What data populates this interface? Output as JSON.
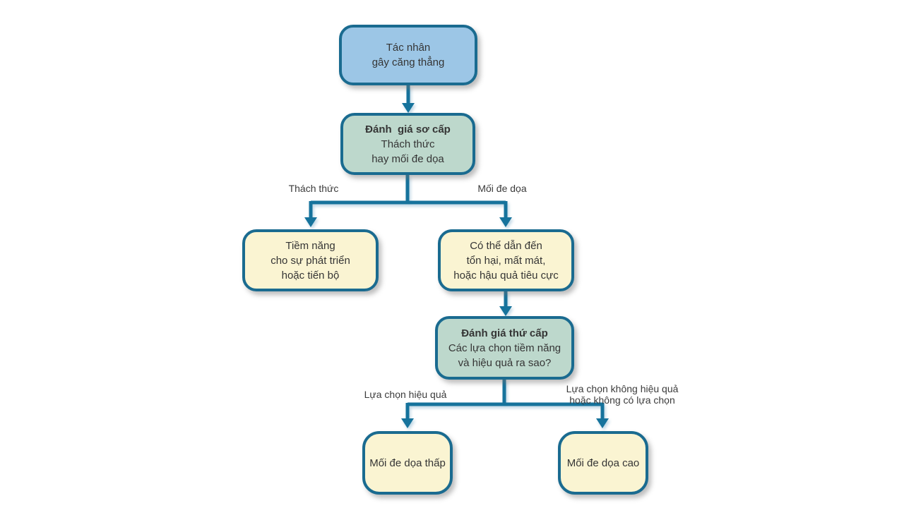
{
  "colors": {
    "border": "#1a6b90",
    "line": "#16739c",
    "blue_fill": "#9cc6e6",
    "green_fill": "#bdd8cc",
    "cream_fill": "#faf4d2",
    "text": "#353535"
  },
  "nodes": {
    "stressor": {
      "type": "blue",
      "lines": [
        "Tác nhân",
        "gây căng thẳng"
      ]
    },
    "primary_appraisal": {
      "type": "green",
      "title": "Đánh  giá sơ cấp",
      "lines": [
        "Thách thức",
        "hay mối đe dọa"
      ]
    },
    "growth_potential": {
      "type": "cream",
      "lines": [
        "Tiềm năng",
        "cho sự phát triển",
        "hoặc tiến bộ"
      ]
    },
    "harm_outcome": {
      "type": "cream",
      "lines": [
        "Có thể dẫn đến",
        "tổn hại, mất mát,",
        "hoặc hậu quả tiêu cực"
      ]
    },
    "secondary_appraisal": {
      "type": "green",
      "title": "Đánh giá thứ cấp",
      "lines": [
        "Các lựa chọn tiềm năng",
        "và hiệu quả ra sao?"
      ]
    },
    "low_threat": {
      "type": "cream",
      "lines": [
        "Mối đe dọa thấp"
      ]
    },
    "high_threat": {
      "type": "cream",
      "lines": [
        "Mối đe dọa cao"
      ]
    }
  },
  "edge_labels": {
    "challenge": "Thách thức",
    "threat": "Mối đe dọa",
    "effective": "Lựa chọn hiệu quả",
    "ineffective_line1": "Lựa chọn không hiệu quả",
    "ineffective_line2": "hoặc không có lựa chọn"
  }
}
